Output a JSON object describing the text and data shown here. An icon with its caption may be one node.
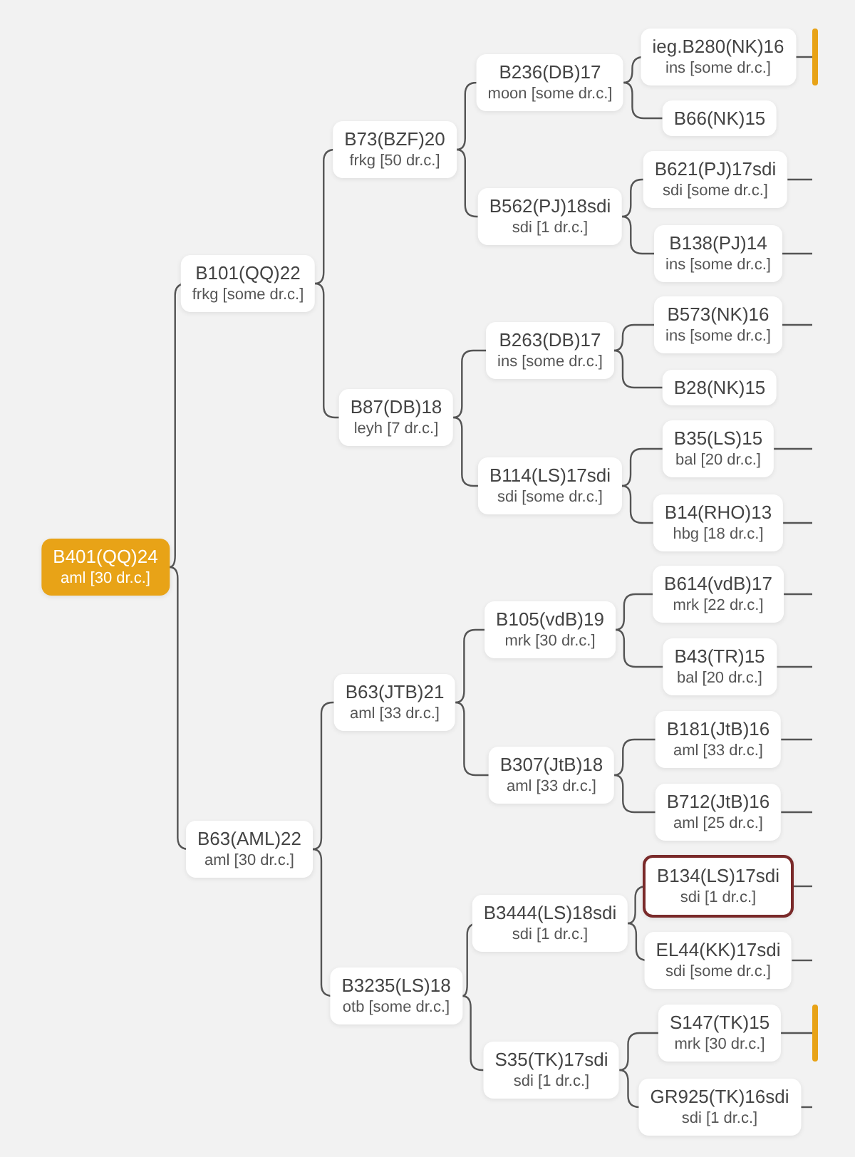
{
  "diagram": {
    "nodes": [
      {
        "text": [
          "B401(QQ)24",
          "aml [30 dr.c.]"
        ]
      },
      {
        "text": [
          "B101(QQ)22",
          "frkg [some dr.c.]"
        ]
      },
      {
        "text": [
          "B73(BZF)20",
          "frkg [50 dr.c.]"
        ]
      },
      {
        "text": [
          "B236(DB)17",
          "moon [some dr.c.]"
        ]
      },
      {
        "text": [
          "ieg.B280(NK)16",
          "ins [some dr.c.]"
        ]
      },
      {
        "text": [],
        "shape": "bar"
      },
      {
        "text": [
          "B66(NK)15"
        ]
      },
      {
        "text": [
          "B562(PJ)18sdi",
          "sdi [1 dr.c.]"
        ]
      },
      {
        "text": [
          "B621(PJ)17sdi",
          "sdi [some dr.c.]"
        ]
      },
      {
        "text": [
          "B138(PJ)14",
          "ins [some dr.c.]"
        ]
      },
      {
        "text": [
          "B87(DB)18",
          "leyh [7 dr.c.]"
        ]
      },
      {
        "text": [
          "B263(DB)17",
          "ins [some dr.c.]"
        ]
      },
      {
        "text": [
          "B573(NK)16",
          "ins [some dr.c.]"
        ]
      },
      {
        "text": [
          "B28(NK)15"
        ]
      },
      {
        "text": [
          "B114(LS)17sdi",
          "sdi [some dr.c.]"
        ]
      },
      {
        "text": [
          "B35(LS)15",
          "bal [20 dr.c.]"
        ]
      },
      {
        "text": [
          "B14(RHO)13",
          "hbg [18 dr.c.]"
        ]
      },
      {
        "text": [
          "B63(AML)22",
          "aml [30 dr.c.]"
        ]
      },
      {
        "text": [
          "B63(JTB)21",
          "aml [33 dr.c.]"
        ]
      },
      {
        "text": [
          "B105(vdB)19",
          "mrk [30 dr.c.]"
        ]
      },
      {
        "text": [
          "B614(vdB)17",
          "mrk [22 dr.c.]"
        ]
      },
      {
        "text": [
          "B43(TR)15",
          "bal [20 dr.c.]"
        ]
      },
      {
        "text": [
          "B307(JtB)18",
          "aml [33 dr.c.]"
        ]
      },
      {
        "text": [
          "B181(JtB)16",
          "aml [33 dr.c.]"
        ]
      },
      {
        "text": [
          "B712(JtB)16",
          "aml [25 dr.c.]"
        ]
      },
      {
        "text": [
          "B3235(LS)18",
          "otb [some dr.c.]"
        ]
      },
      {
        "text": [
          "B3444(LS)18sdi",
          "sdi [1 dr.c.]"
        ]
      },
      {
        "text": [
          "B134(LS)17sdi",
          "sdi [1 dr.c.]"
        ]
      },
      {
        "text": [
          "EL44(KK)17sdi",
          "sdi [some dr.c.]"
        ]
      },
      {
        "text": [
          "S35(TK)17sdi",
          "sdi [1 dr.c.]"
        ]
      },
      {
        "text": [
          "S147(TK)15",
          "mrk [30 dr.c.]"
        ]
      },
      {
        "text": [],
        "shape": "bar"
      },
      {
        "text": [
          "GR925(TK)16sdi",
          "sdi [1 dr.c.]"
        ]
      }
    ],
    "edges": [
      {
        "from": 0,
        "to": 1,
        "arrow": "none"
      },
      {
        "from": 1,
        "to": 2,
        "arrow": "none"
      },
      {
        "from": 2,
        "to": 3,
        "arrow": "none"
      },
      {
        "from": 3,
        "to": 4,
        "arrow": "none"
      },
      {
        "from": 4,
        "to": 5,
        "arrow": "none"
      },
      {
        "from": 3,
        "to": 6,
        "arrow": "none"
      },
      {
        "from": 2,
        "to": 7,
        "arrow": "none"
      },
      {
        "from": 7,
        "to": 8,
        "arrow": "none"
      },
      {
        "from": 8,
        "to": null,
        "arrow": "none"
      },
      {
        "from": 7,
        "to": 9,
        "arrow": "none"
      },
      {
        "from": 9,
        "to": null,
        "arrow": "none"
      },
      {
        "from": 1,
        "to": 10,
        "arrow": "none"
      },
      {
        "from": 10,
        "to": 11,
        "arrow": "none"
      },
      {
        "from": 11,
        "to": 12,
        "arrow": "none"
      },
      {
        "from": 12,
        "to": null,
        "arrow": "none"
      },
      {
        "from": 11,
        "to": 13,
        "arrow": "none"
      },
      {
        "from": 10,
        "to": 14,
        "arrow": "none"
      },
      {
        "from": 14,
        "to": 15,
        "arrow": "none"
      },
      {
        "from": 15,
        "to": null,
        "arrow": "none"
      },
      {
        "from": 14,
        "to": 16,
        "arrow": "none"
      },
      {
        "from": 16,
        "to": null,
        "arrow": "none"
      },
      {
        "from": 0,
        "to": 17,
        "arrow": "none"
      },
      {
        "from": 17,
        "to": 18,
        "arrow": "none"
      },
      {
        "from": 18,
        "to": 19,
        "arrow": "none"
      },
      {
        "from": 19,
        "to": 20,
        "arrow": "none"
      },
      {
        "from": 20,
        "to": null,
        "arrow": "none"
      },
      {
        "from": 19,
        "to": 21,
        "arrow": "none"
      },
      {
        "from": 21,
        "to": null,
        "arrow": "none"
      },
      {
        "from": 18,
        "to": 22,
        "arrow": "none"
      },
      {
        "from": 22,
        "to": 23,
        "arrow": "none"
      },
      {
        "from": 23,
        "to": null,
        "arrow": "none"
      },
      {
        "from": 22,
        "to": 24,
        "arrow": "none"
      },
      {
        "from": 24,
        "to": null,
        "arrow": "none"
      },
      {
        "from": 17,
        "to": 25,
        "arrow": "none"
      },
      {
        "from": 25,
        "to": 26,
        "arrow": "none"
      },
      {
        "from": 26,
        "to": 27,
        "arrow": "none"
      },
      {
        "from": 27,
        "to": null,
        "arrow": "none"
      },
      {
        "from": 26,
        "to": 28,
        "arrow": "none"
      },
      {
        "from": 28,
        "to": null,
        "arrow": "none"
      },
      {
        "from": 25,
        "to": 29,
        "arrow": "none"
      },
      {
        "from": 29,
        "to": 30,
        "arrow": "none"
      },
      {
        "from": 30,
        "to": 31,
        "arrow": "none"
      },
      {
        "from": 29,
        "to": 32,
        "arrow": "none"
      },
      {
        "from": 32,
        "to": null,
        "arrow": "none"
      }
    ]
  }
}
